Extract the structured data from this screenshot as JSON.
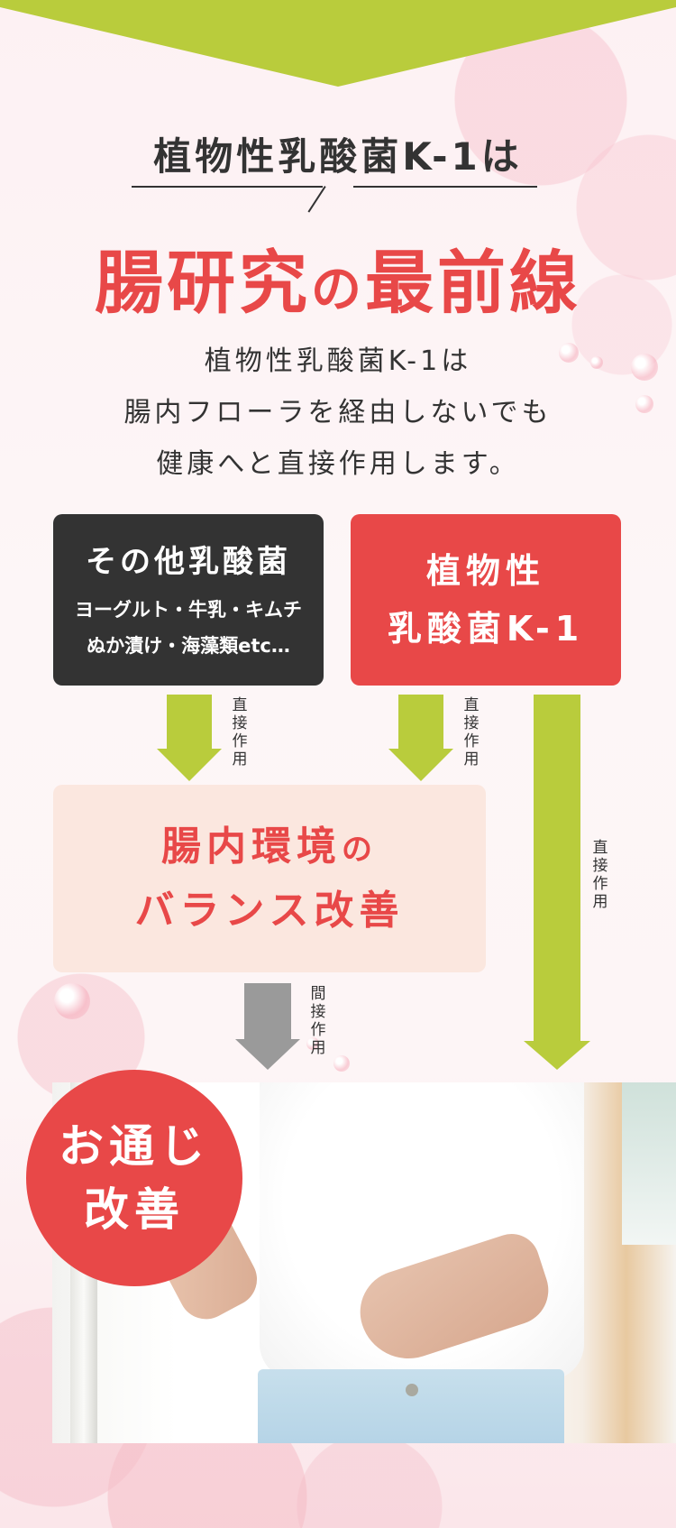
{
  "colors": {
    "accent_green": "#b9cc3c",
    "accent_red": "#e84848",
    "dark_box": "#333333",
    "balance_box": "#fbe7df",
    "indirect_arrow": "#9a9a9a",
    "text_dark": "#333333"
  },
  "header": {
    "subtitle": "植物性乳酸菌K-1は",
    "headline_part1": "腸研究",
    "headline_no": "の",
    "headline_part2": "最前線"
  },
  "lead": {
    "lines": [
      "植物性乳酸菌K-1は",
      "腸内フローラを経由しないでも",
      "健康へと直接作用します。"
    ]
  },
  "diagram": {
    "other_bacteria": {
      "title": "その他乳酸菌",
      "examples_line1": "ヨーグルト・牛乳・キムチ",
      "examples_line2": "ぬか漬け・海藻類etc…"
    },
    "k1": {
      "line1": "植物性",
      "line2": "乳酸菌K-1"
    },
    "arrows": [
      {
        "label": "直接作用",
        "color": "#b9cc3c",
        "from": "other_bacteria",
        "to": "balance"
      },
      {
        "label": "直接作用",
        "color": "#b9cc3c",
        "from": "k1",
        "to": "balance"
      },
      {
        "label": "直接作用",
        "color": "#b9cc3c",
        "from": "k1",
        "to": "result"
      },
      {
        "label": "間接作用",
        "color": "#9a9a9a",
        "from": "balance",
        "to": "result"
      }
    ],
    "balance": {
      "line1_main": "腸内環境",
      "line1_no": "の",
      "line2": "バランス改善"
    },
    "result": {
      "line1": "お通じ",
      "line2": "改善"
    }
  },
  "photo": {
    "icon": "stomach-touch-photo"
  }
}
